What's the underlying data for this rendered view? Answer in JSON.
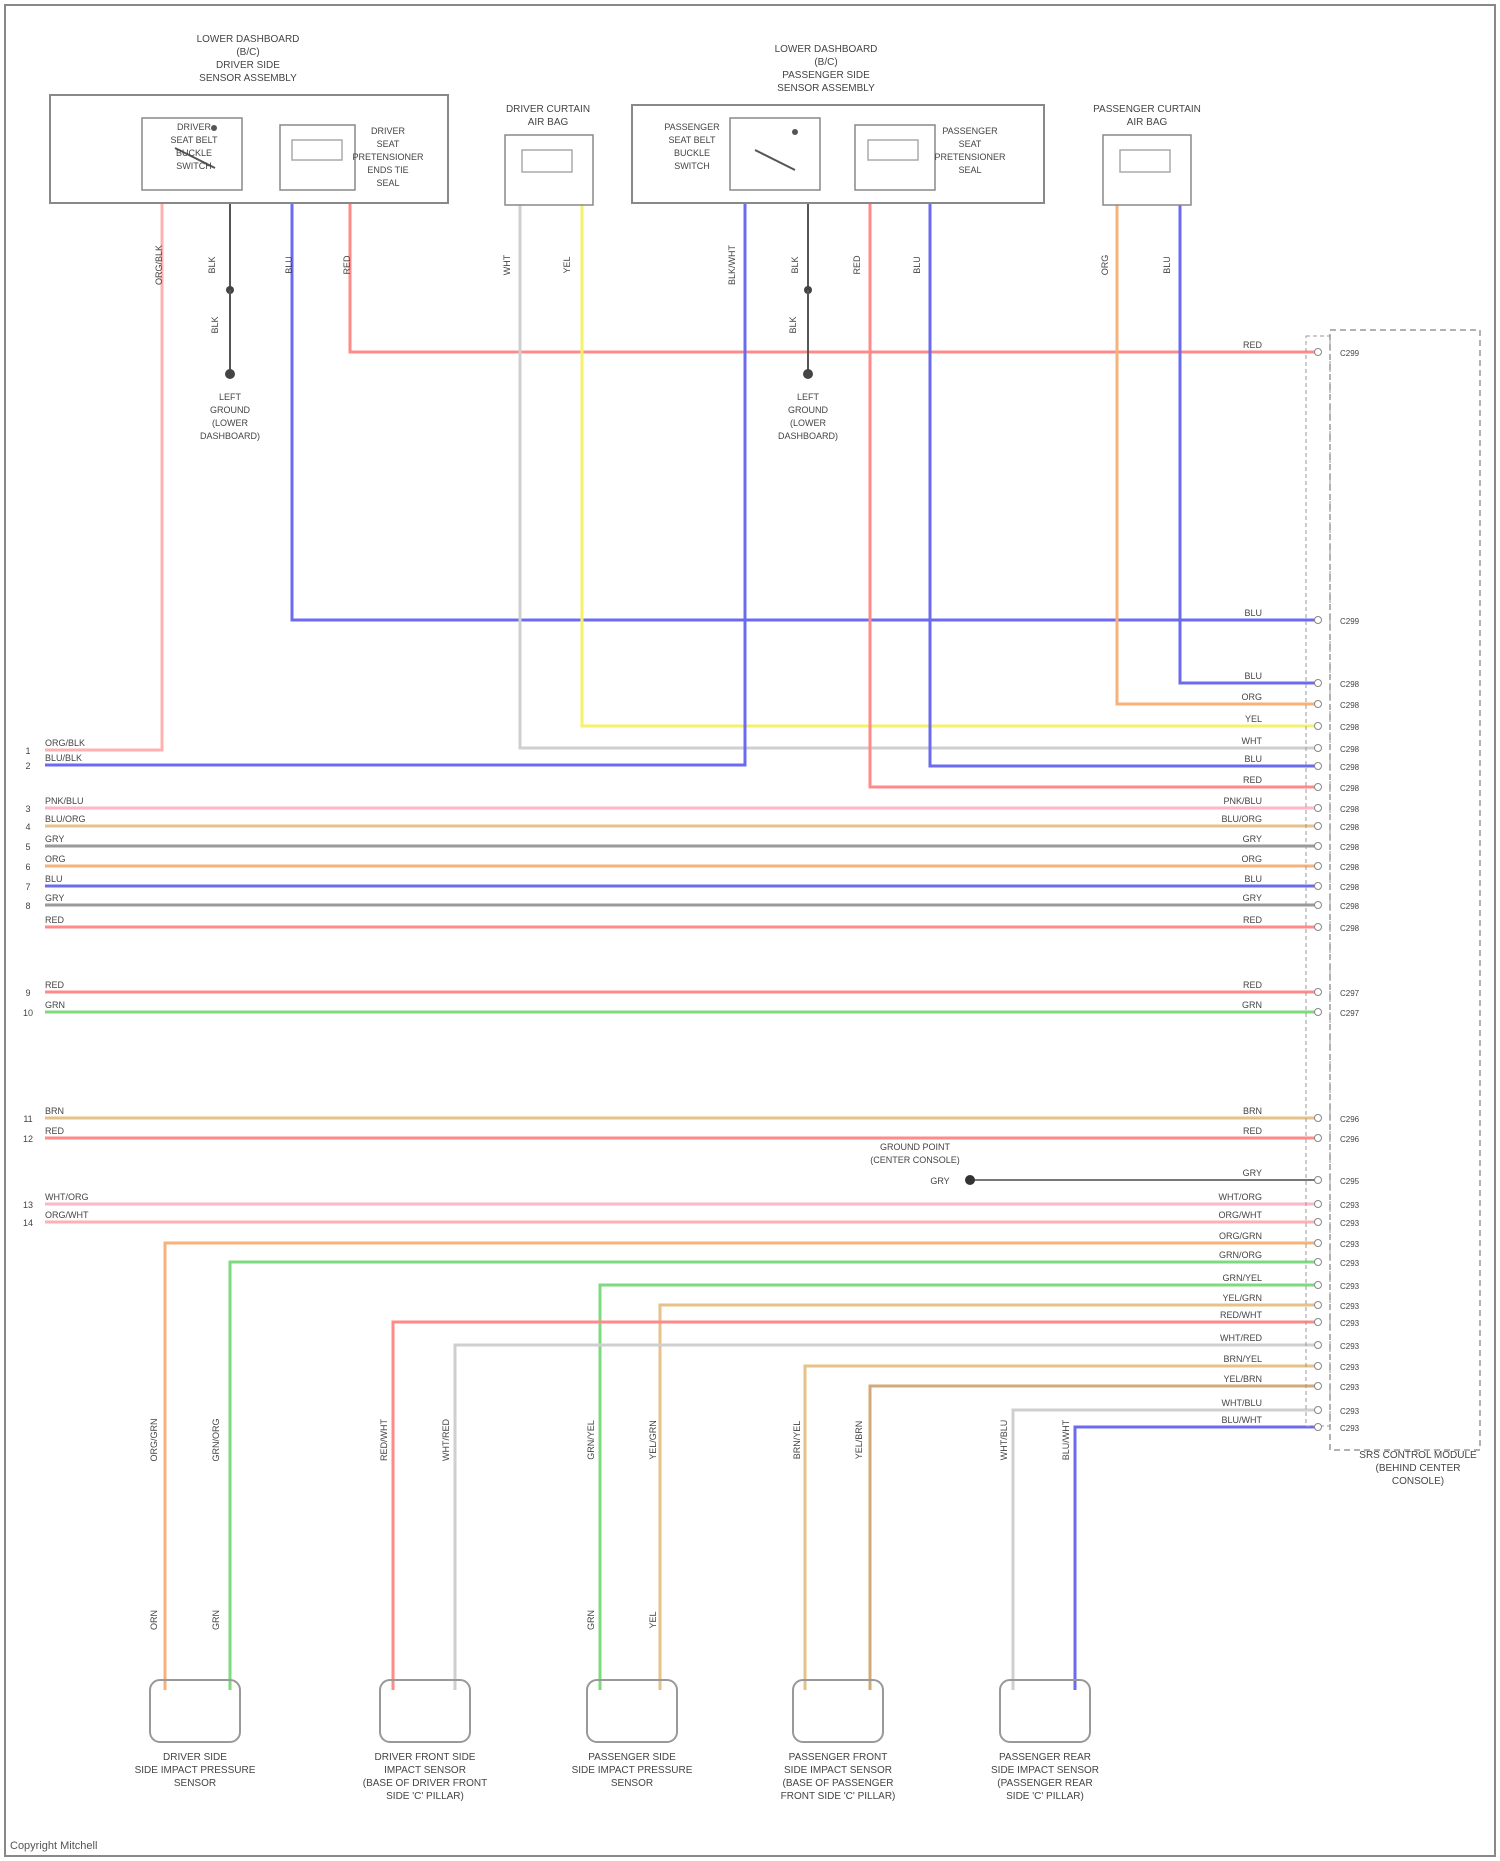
{
  "components": {
    "driver_seat": {
      "title": [
        "LOWER DASHBOARD",
        "(B/C)",
        "DRIVER SIDE",
        "SENSOR ASSEMBLY"
      ],
      "buckle_label": [
        "DRIVER",
        "SEAT BELT",
        "BUCKLE",
        "SWITCH"
      ],
      "pretensioner_label": [
        "DRIVER",
        "SEAT",
        "PRETENSIONER",
        "ENDS TIE",
        "SEAL"
      ]
    },
    "driver_curtain": {
      "title": [
        "DRIVER CURTAIN",
        "AIR BAG"
      ]
    },
    "passenger_seat": {
      "title": [
        "LOWER DASHBOARD",
        "(B/C)",
        "PASSENGER SIDE",
        "SENSOR ASSEMBLY"
      ],
      "buckle_label": [
        "PASSENGER",
        "SEAT BELT",
        "BUCKLE",
        "SWITCH"
      ],
      "pretensioner_label": [
        "PASSENGER",
        "SEAT",
        "PRETENSIONER",
        "SEAL"
      ]
    },
    "passenger_curtain": {
      "title": [
        "PASSENGER CURTAIN",
        "AIR BAG"
      ]
    },
    "ground_1": [
      "LEFT",
      "GROUND",
      "(LOWER",
      "DASHBOARD)"
    ],
    "ground_2": [
      "LEFT",
      "GROUND",
      "(LOWER",
      "DASHBOARD)"
    ],
    "module": [
      "SRS CONTROL MODULE",
      "(BEHIND CENTER",
      "CONSOLE)"
    ],
    "ground_lead": [
      "GROUND POINT",
      "(CENTER CONSOLE)"
    ],
    "ground_lead_wire": "GRY",
    "sensors": [
      {
        "label": [
          "DRIVER SIDE",
          "SIDE IMPACT PRESSURE",
          "SENSOR"
        ],
        "w1": "ORG/GRN",
        "w2": "GRN/ORG",
        "w3": "ORN",
        "w4": "GRN"
      },
      {
        "label": [
          "DRIVER FRONT SIDE",
          "IMPACT SENSOR",
          "(BASE OF DRIVER FRONT",
          "SIDE 'C' PILLAR)"
        ],
        "w1": "RED/WHT",
        "w2": "WHT/RED",
        "w3": "",
        "w4": ""
      },
      {
        "label": [
          "PASSENGER SIDE",
          "SIDE IMPACT PRESSURE",
          "SENSOR"
        ],
        "w1": "GRN/YEL",
        "w2": "YEL/GRN",
        "w3": "GRN",
        "w4": "YEL"
      },
      {
        "label": [
          "PASSENGER FRONT",
          "SIDE IMPACT SENSOR",
          "(BASE OF PASSENGER",
          "FRONT SIDE 'C' PILLAR)"
        ],
        "w1": "BRN/YEL",
        "w2": "YEL/BRN",
        "w3": "",
        "w4": ""
      },
      {
        "label": [
          "PASSENGER REAR",
          "SIDE IMPACT SENSOR",
          "(PASSENGER REAR",
          "SIDE 'C' PILLAR)"
        ],
        "w1": "WHT/BLU",
        "w2": "BLU/WHT",
        "w3": "",
        "w4": ""
      }
    ],
    "top_wire_labels": [
      "ORG/BLK",
      "BLK",
      "BLU",
      "RED",
      "WHT",
      "YEL",
      "BLK/WHT",
      "BLK",
      "RED",
      "BLU",
      "ORG",
      "BLU"
    ],
    "ground_wire_labels": [
      "BLK",
      "BLK"
    ]
  },
  "left_block_1": {
    "pins": [
      "1",
      "2"
    ],
    "wires": [
      "ORG/BLK",
      "BLU/BLK"
    ]
  },
  "left_block_2": {
    "pins": [
      "3",
      "4",
      "5",
      "6",
      "7",
      "8"
    ],
    "wires": [
      "PNK/BLU",
      "BLU/ORG",
      "GRY",
      "ORG",
      "BLU",
      "GRY",
      "RED"
    ]
  },
  "left_block_3": {
    "pins": [
      "9",
      "10"
    ],
    "wires": [
      "RED",
      "GRN"
    ]
  },
  "left_block_4": {
    "pins": [
      "11",
      "12"
    ],
    "wires": [
      "BRN",
      "RED"
    ]
  },
  "left_block_5": {
    "pins": [
      "13",
      "14"
    ],
    "wires": [
      "WHT/ORG",
      "ORG/WHT"
    ]
  },
  "connector_labels": [
    "C299",
    "C298",
    "C297",
    "C296",
    "C295",
    "C293"
  ],
  "right_wire_labels": [
    "RED",
    "BLU",
    "BLU",
    "ORG",
    "YEL",
    "WHT",
    "BLU",
    "RED",
    "PNK/BLU",
    "BLU/ORG",
    "GRY",
    "ORG",
    "BLU",
    "GRY",
    "RED",
    "RED",
    "GRN",
    "BRN",
    "RED",
    "GRY",
    "WHT/ORG",
    "ORG/WHT",
    "ORG/GRN",
    "GRN/ORG",
    "GRN/YEL",
    "YEL/GRN",
    "RED/WHT",
    "WHT/RED",
    "BRN/YEL",
    "YEL/BRN",
    "WHT/BLU",
    "BLU/WHT"
  ],
  "footer": "Copyright Mitchell"
}
